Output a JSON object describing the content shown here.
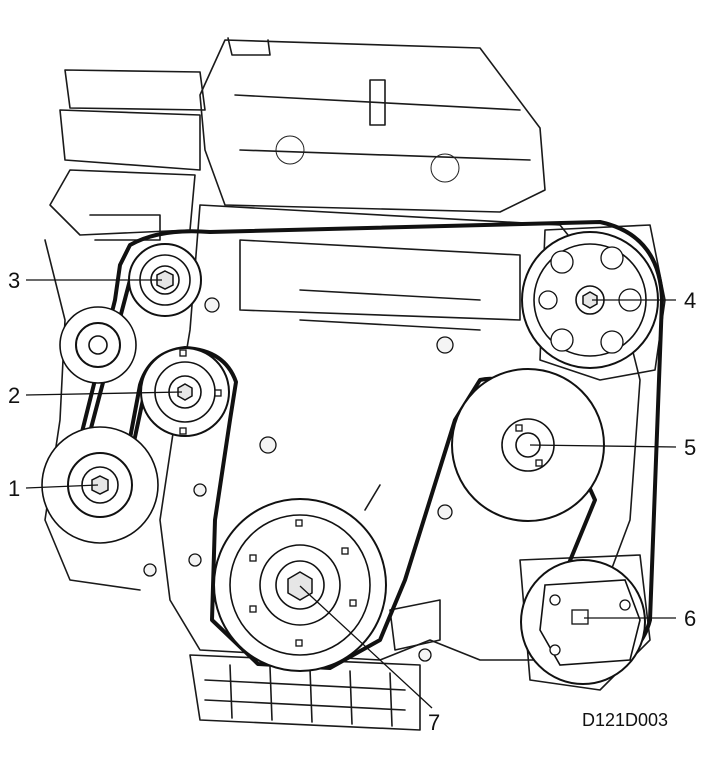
{
  "diagram": {
    "figure_code": "D121D003",
    "callouts": [
      {
        "id": "1",
        "label": "1"
      },
      {
        "id": "2",
        "label": "2"
      },
      {
        "id": "3",
        "label": "3"
      },
      {
        "id": "4",
        "label": "4"
      },
      {
        "id": "5",
        "label": "5"
      },
      {
        "id": "6",
        "label": "6"
      },
      {
        "id": "7",
        "label": "7"
      }
    ]
  }
}
